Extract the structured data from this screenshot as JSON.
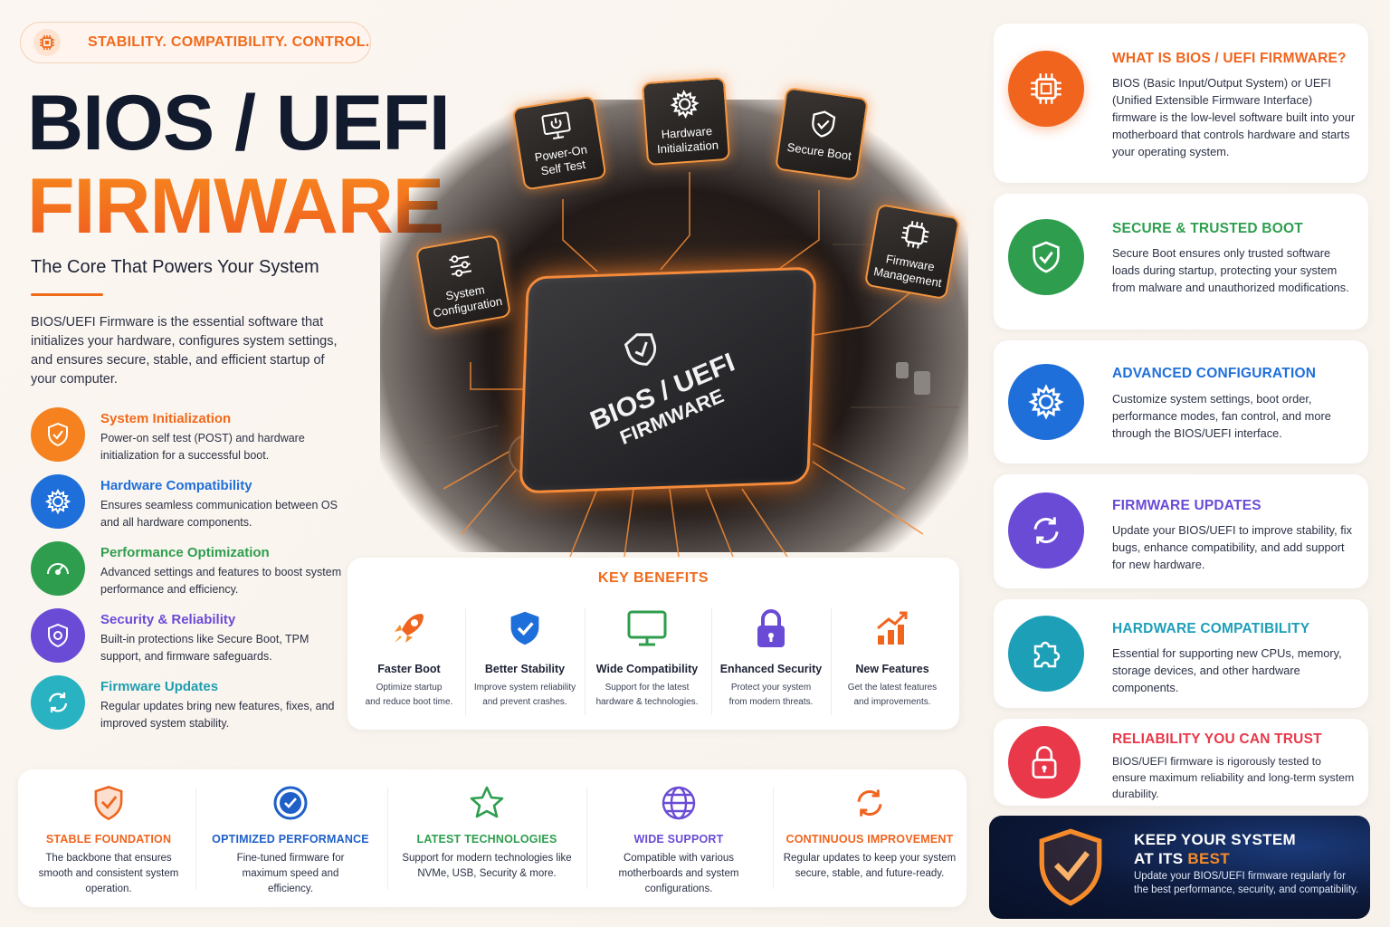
{
  "tagline": "STABILITY. COMPATIBILITY. CONTROL.",
  "title_line1": "BIOS / UEFI",
  "title_line2": "FIRMWARE",
  "subtitle": "The Core That Powers Your System",
  "intro": "BIOS/UEFI Firmware is the essential software that initializes your hardware, configures system settings, and ensures secure, stable, and efficient startup of your computer.",
  "features": [
    {
      "title": "System Initialization",
      "desc": "Power-on self test (POST) and hardware initialization for a successful boot.",
      "color": "#f5821f",
      "icon": "shield-check-icon"
    },
    {
      "title": "Hardware Compatibility",
      "desc": "Ensures seamless communication between OS and all hardware components.",
      "color": "#1f6fdb",
      "icon": "gear-icon"
    },
    {
      "title": "Performance Optimization",
      "desc": "Advanced settings and features to boost system performance and efficiency.",
      "color": "#2e9e4e",
      "icon": "gauge-icon"
    },
    {
      "title": "Security & Reliability",
      "desc": "Built-in protections like Secure Boot, TPM support, and firmware safeguards.",
      "color": "#6a4bd6",
      "icon": "shield-icon"
    },
    {
      "title": "Firmware Updates",
      "desc": "Regular updates bring new features, fixes, and improved system stability.",
      "color": "#29b3c2",
      "icon": "refresh-icon"
    }
  ],
  "board": {
    "chip_line1": "BIOS / UEFI",
    "chip_line2": "FIRMWARE",
    "nodes": [
      {
        "label": "System Configuration",
        "icon": "sliders-icon"
      },
      {
        "label": "Power-On Self Test",
        "icon": "monitor-power-icon"
      },
      {
        "label": "Hardware Initialization",
        "icon": "gear-icon"
      },
      {
        "label": "Secure Boot",
        "icon": "shield-check-icon"
      },
      {
        "label": "Firmware Management",
        "icon": "chip-icon"
      }
    ]
  },
  "key_benefits": {
    "title": "KEY BENEFITS",
    "items": [
      {
        "title": "Faster Boot",
        "desc1": "Optimize startup",
        "desc2": "and reduce boot time.",
        "icon": "rocket-icon",
        "color": "#f0641e"
      },
      {
        "title": "Better Stability",
        "desc1": "Improve system reliability",
        "desc2": "and prevent crashes.",
        "icon": "shield-check-icon",
        "color": "#1f6fdb"
      },
      {
        "title": "Wide Compatibility",
        "desc1": "Support for the latest",
        "desc2": "hardware & technologies.",
        "icon": "monitor-icon",
        "color": "#2e9e4e"
      },
      {
        "title": "Enhanced Security",
        "desc1": "Protect your system",
        "desc2": "from modern threats.",
        "icon": "lock-icon",
        "color": "#6a4bd6"
      },
      {
        "title": "New Features",
        "desc1": "Get the latest features",
        "desc2": "and improvements.",
        "icon": "chart-up-icon",
        "color": "#f0641e"
      }
    ]
  },
  "right_cards": [
    {
      "title": "WHAT IS BIOS / UEFI FIRMWARE?",
      "desc": "BIOS (Basic Input/Output System) or UEFI (Unified Extensible Firmware Interface) firmware is the low-level software built into your motherboard that controls hardware and starts your operating system.",
      "color": "#f0641e",
      "icon": "chip-icon"
    },
    {
      "title": "SECURE & TRUSTED BOOT",
      "desc": "Secure Boot ensures only trusted software loads during startup, protecting your system from malware and unauthorized modifications.",
      "color": "#2e9e4e",
      "icon": "shield-check-icon"
    },
    {
      "title": "ADVANCED CONFIGURATION",
      "desc": "Customize system settings, boot order, performance modes, fan control, and more through the BIOS/UEFI interface.",
      "color": "#1f6fdb",
      "icon": "gear-icon"
    },
    {
      "title": "FIRMWARE UPDATES",
      "desc": "Update your BIOS/UEFI to improve stability, fix bugs, enhance compatibility, and add support for new hardware.",
      "color": "#6a4bd6",
      "icon": "refresh-icon"
    },
    {
      "title": "HARDWARE COMPATIBILITY",
      "desc": "Essential for supporting new CPUs, memory, storage devices, and other hardware components.",
      "color": "#1e9fb8",
      "icon": "puzzle-icon"
    },
    {
      "title": "RELIABILITY YOU CAN TRUST",
      "desc": "BIOS/UEFI firmware is rigorously tested to ensure maximum reliability and long-term system durability.",
      "color": "#e8384a",
      "icon": "lock-icon"
    }
  ],
  "best": {
    "title_a": "KEEP YOUR SYSTEM",
    "title_b": "AT ITS ",
    "title_c": "BEST",
    "desc": "Update your BIOS/UEFI firmware regularly for the best performance, security, and compatibility."
  },
  "bottom": [
    {
      "title": "STABLE FOUNDATION",
      "desc": "The backbone that ensures smooth and consistent system operation.",
      "color": "#f0641e",
      "icon": "shield-check-icon"
    },
    {
      "title": "OPTIMIZED PERFORMANCE",
      "desc": "Fine-tuned firmware for maximum speed and efficiency.",
      "color": "#1f5fc8",
      "icon": "check-circle-icon"
    },
    {
      "title": "LATEST TECHNOLOGIES",
      "desc": "Support for modern technologies like NVMe, USB, Security & more.",
      "color": "#2e9e4e",
      "icon": "star-icon"
    },
    {
      "title": "WIDE SUPPORT",
      "desc": "Compatible with various motherboards and system configurations.",
      "color": "#6a4bd6",
      "icon": "globe-icon"
    },
    {
      "title": "CONTINUOUS IMPROVEMENT",
      "desc": "Regular updates to keep your system secure, stable, and future-ready.",
      "color": "#f0641e",
      "icon": "refresh-icon"
    }
  ]
}
